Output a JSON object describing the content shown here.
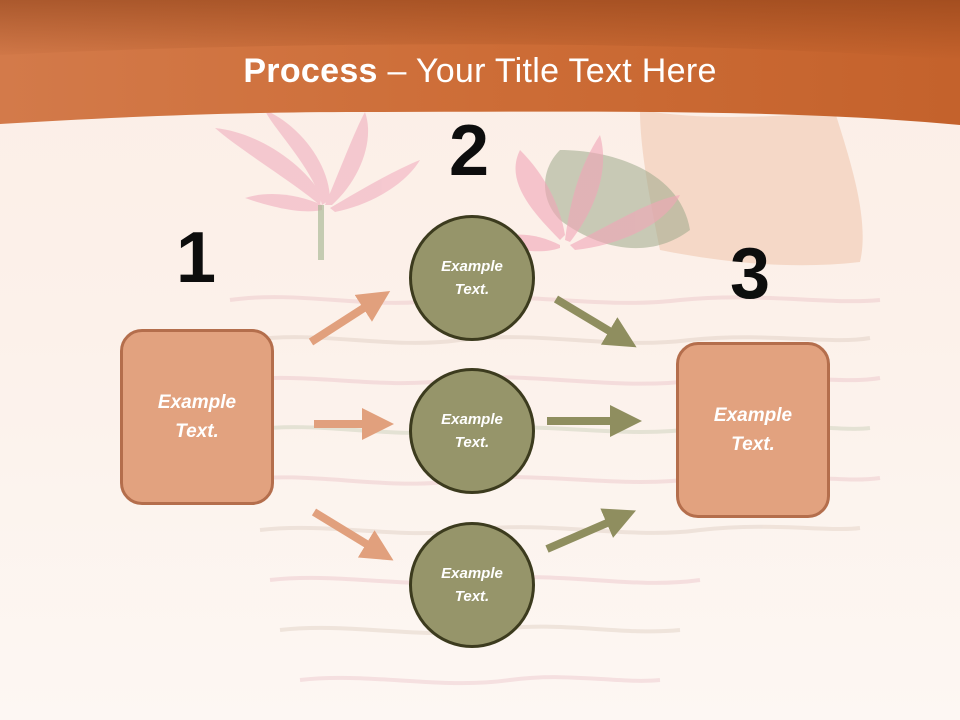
{
  "title": {
    "bold": "Process",
    "rest": " – Your Title Text Here"
  },
  "steps": {
    "one": "1",
    "two": "2",
    "three": "3"
  },
  "left_box": {
    "text": "Example Text."
  },
  "right_box": {
    "text": "Example Text."
  },
  "circles": [
    {
      "text": "Example Text."
    },
    {
      "text": "Example Text."
    },
    {
      "text": "Example Text."
    }
  ],
  "colors": {
    "header": "#c96a35",
    "box_fill": "#e2a27f",
    "box_border": "#b46e4c",
    "circle_fill": "#96956a",
    "circle_border": "#3c3b1e",
    "arrow_left": "#e1a07d",
    "arrow_right": "#8f8e5f"
  }
}
